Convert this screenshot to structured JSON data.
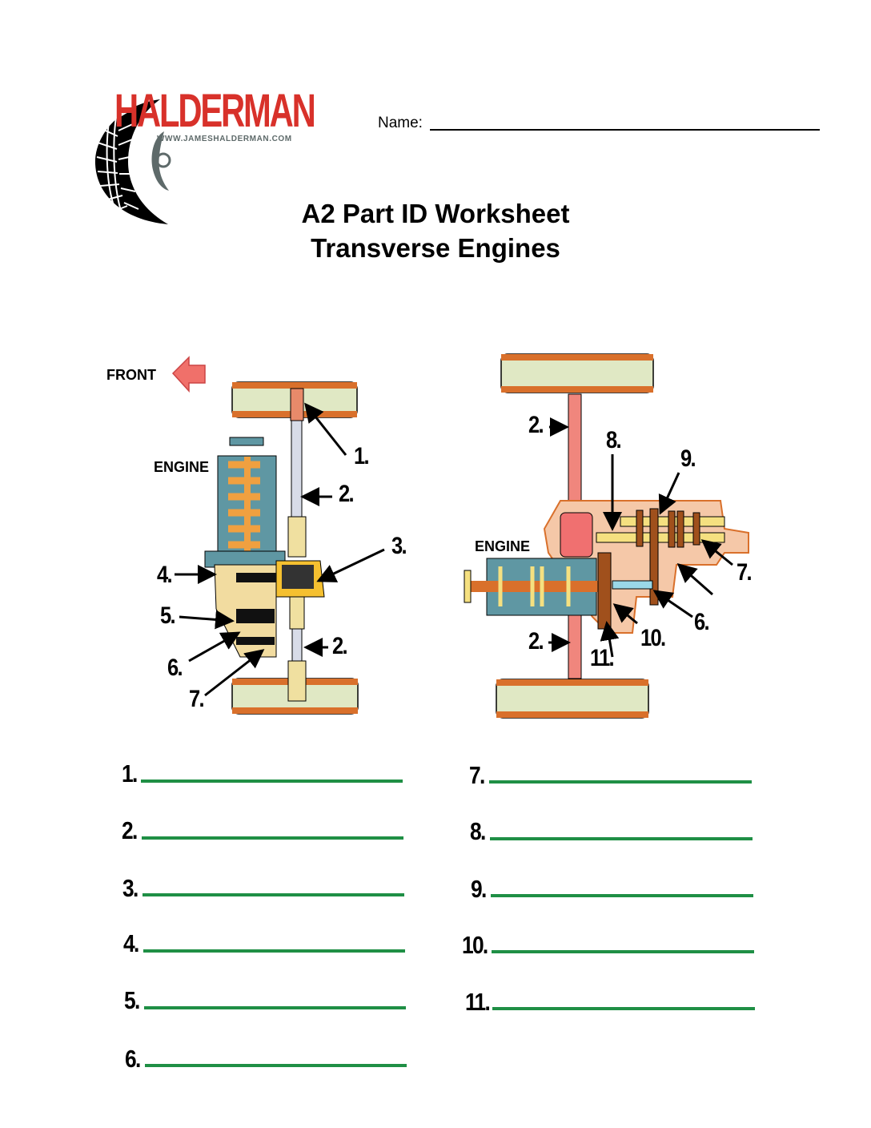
{
  "logo": {
    "brand": "HALDERMAN",
    "url": "WWW.JAMESHALDERMAN.COM"
  },
  "name_field": {
    "label": "Name:",
    "value": ""
  },
  "title": {
    "line1": "A2 Part ID Worksheet",
    "line2": "Transverse Engines"
  },
  "left_diagram": {
    "front_label": "FRONT",
    "engine_label": "ENGINE",
    "callouts": [
      "1.",
      "2.",
      "3.",
      "4.",
      "5.",
      "6.",
      "7.",
      "2."
    ]
  },
  "right_diagram": {
    "engine_label": "ENGINE",
    "callouts": [
      "2.",
      "8.",
      "9.",
      "7.",
      "6.",
      "10.",
      "11.",
      "2."
    ]
  },
  "answers": {
    "left": [
      {
        "num": "1.",
        "value": ""
      },
      {
        "num": "2.",
        "value": ""
      },
      {
        "num": "3.",
        "value": ""
      },
      {
        "num": "4.",
        "value": ""
      },
      {
        "num": "5.",
        "value": ""
      },
      {
        "num": "6.",
        "value": ""
      }
    ],
    "right": [
      {
        "num": "7.",
        "value": ""
      },
      {
        "num": "8.",
        "value": ""
      },
      {
        "num": "9.",
        "value": ""
      },
      {
        "num": "10.",
        "value": ""
      },
      {
        "num": "11.",
        "value": ""
      }
    ]
  },
  "colors": {
    "brand_red": "#d8312a",
    "answer_line": "#1f8f45",
    "tire": "#e0e8c4",
    "tread": "#d9702b",
    "engine": "#5f97a3",
    "axle": "#f0867d"
  }
}
